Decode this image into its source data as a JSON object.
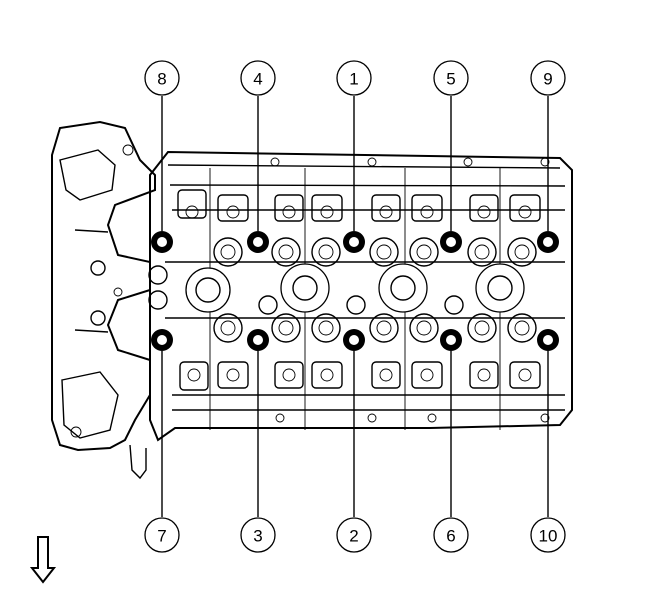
{
  "diagram": {
    "callouts_top": [
      {
        "id": "bolt-8",
        "label": "8"
      },
      {
        "id": "bolt-4",
        "label": "4"
      },
      {
        "id": "bolt-1",
        "label": "1"
      },
      {
        "id": "bolt-5",
        "label": "5"
      },
      {
        "id": "bolt-9",
        "label": "9"
      }
    ],
    "callouts_bottom": [
      {
        "id": "bolt-7",
        "label": "7"
      },
      {
        "id": "bolt-3",
        "label": "3"
      },
      {
        "id": "bolt-2",
        "label": "2"
      },
      {
        "id": "bolt-6",
        "label": "6"
      },
      {
        "id": "bolt-10",
        "label": "10"
      }
    ],
    "direction_arrow": "down-arrow-icon",
    "colors": {
      "line": "#000000",
      "background": "#ffffff"
    }
  }
}
